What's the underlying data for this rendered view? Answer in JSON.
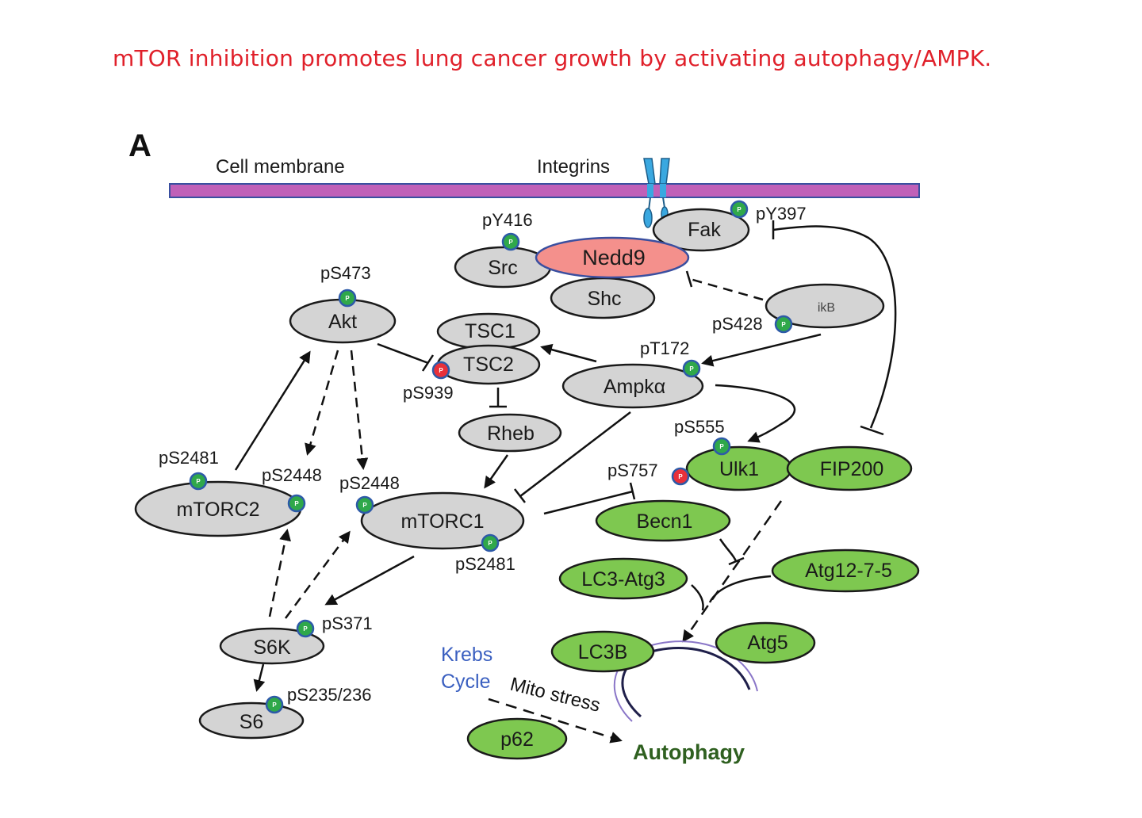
{
  "title": "mTOR inhibition promotes lung cancer growth by activating autophagy/AMPK.",
  "panel_label": "A",
  "membrane": {
    "label": "Cell membrane",
    "integrins_label": "Integrins"
  },
  "nodes": {
    "fak": "Fak",
    "src": "Src",
    "nedd9": "Nedd9",
    "shc": "Shc",
    "ikb": "ikB",
    "akt": "Akt",
    "tsc1": "TSC1",
    "tsc2": "TSC2",
    "ampka": "Ampkα",
    "rheb": "Rheb",
    "mtorc2": "mTORC2",
    "mtorc1": "mTORC1",
    "ulk1": "Ulk1",
    "fip200": "FIP200",
    "becn1": "Becn1",
    "lc3atg3": "LC3-Atg3",
    "atg1275": "Atg12-7-5",
    "lc3b": "LC3B",
    "atg5": "Atg5",
    "s6k": "S6K",
    "s6": "S6",
    "p62": "p62"
  },
  "sites": {
    "fak": "pY397",
    "src": "pY416",
    "ikb": "pS428",
    "akt": "pS473",
    "tsc2": "pS939",
    "ampka": "pT172",
    "ulk1_p555": "pS555",
    "ulk1_p757": "pS757",
    "mtorc2_2481": "pS2481",
    "mtorc2_2448": "pS2448",
    "mtorc1_2448": "pS2448",
    "mtorc1_2481": "pS2481",
    "s6k": "pS371",
    "s6": "pS235/236"
  },
  "phospho_badge": "P",
  "krebs": {
    "line1": "Krebs",
    "line2": "Cycle"
  },
  "mito_stress": "Mito stress",
  "autophagy": "Autophagy",
  "colors": {
    "title_red": "#e0202a",
    "membrane": "#c060b8",
    "membrane_border": "#3a4fa0",
    "grey_node": "#d4d4d4",
    "green_node": "#7ec850",
    "nedd9": "#f4908c",
    "phospho_green": "#2fa84a",
    "phospho_red": "#e8303a",
    "badge_ring": "#2d5aa8",
    "krebs_blue": "#3a5fc0",
    "autophagy_green": "#2f6020",
    "integrin_blue": "#3aa8e0"
  }
}
